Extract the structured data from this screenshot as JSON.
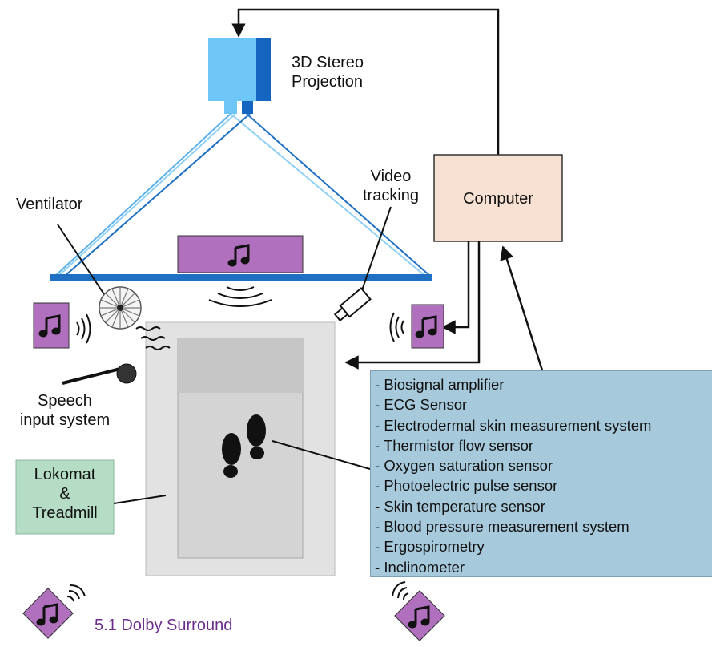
{
  "labels": {
    "projection": [
      "3D Stereo",
      "Projection"
    ],
    "video_tracking": [
      "Video",
      "tracking"
    ],
    "ventilator": "Ventilator",
    "computer": "Computer",
    "speech": [
      "Speech",
      "input system"
    ],
    "lokomat": [
      "Lokomat",
      "&",
      "Treadmill"
    ],
    "dolby": "5.1 Dolby Surround"
  },
  "sensors": [
    "Biosignal amplifier",
    "ECG Sensor",
    "Electrodermal skin measurement system",
    "Thermistor flow sensor",
    "Oxygen saturation sensor",
    "Photoelectric pulse sensor",
    "Skin temperature sensor",
    "Blood pressure measurement system",
    "Ergospirometry",
    "Inclinometer"
  ],
  "colors": {
    "projector_light": "#6ec6f7",
    "projector_dark": "#1565c0",
    "screen_line": "#1f6fc2",
    "speaker": "#b070bd",
    "computer_box": "#f6e1d3",
    "lokomat_box": "#b5dcc5",
    "sensor_box": "#a7c9dc",
    "dolby_text": "#6b2d8c"
  },
  "icons": [
    "music-note-icon",
    "sound-wave-icon",
    "footprints-icon",
    "fan-icon",
    "camera-icon",
    "microphone-icon"
  ]
}
